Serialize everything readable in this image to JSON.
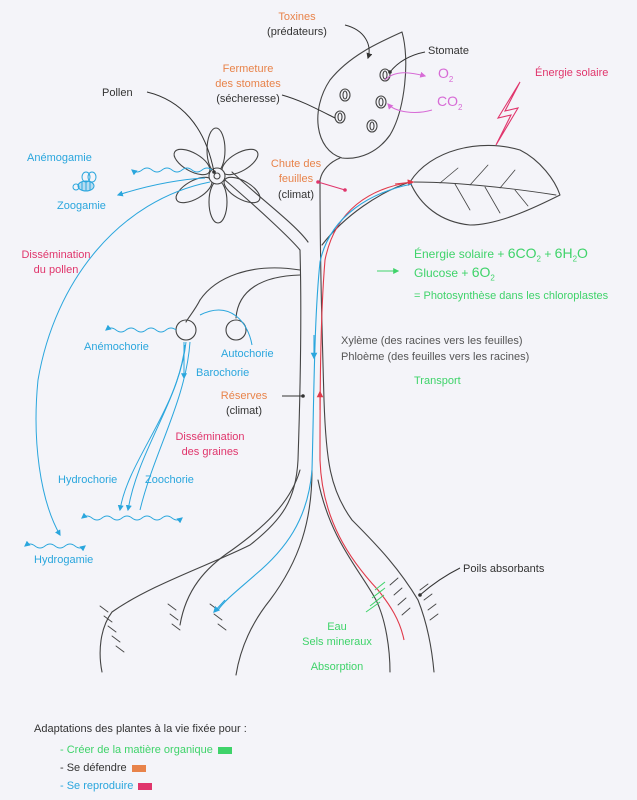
{
  "labels": {
    "toxines": "Toxines",
    "predateurs": "(prédateurs)",
    "stomate": "Stomate",
    "fermeture1": "Fermeture",
    "fermeture2": "des stomates",
    "secheresse": "(sécheresse)",
    "o2": "O",
    "co2": "CO",
    "energie_solaire": "Énergie solaire",
    "pollen": "Pollen",
    "anemogamie": "Anémogamie",
    "zoogamie": "Zoogamie",
    "chute1": "Chute des",
    "chute2": "feuilles",
    "climat1": "(climat)",
    "dissemination_pollen1": "Dissémination",
    "dissemination_pollen2": "du pollen",
    "formula_line1_a": "Énergie solaire + ",
    "formula_line1_b": "6CO",
    "formula_line1_c": " + ",
    "formula_line1_d": "6H",
    "formula_line1_e": "O",
    "formula_line2_a": "Glucose + ",
    "formula_line2_b": "6O",
    "photosynthese": "= Photosynthèse dans les chloroplastes",
    "anemochorie": "Anémochorie",
    "autochorie": "Autochorie",
    "barochorie": "Barochorie",
    "xyleme": "Xylème (des racines vers les feuilles)",
    "phloeme": "Phloème (des feuilles vers les racines)",
    "transport": "Transport",
    "reserves": "Réserves",
    "climat2": "(climat)",
    "dissemination_graines1": "Dissémination",
    "dissemination_graines2": "des graines",
    "hydrochorie": "Hydrochorie",
    "zoochorie": "Zoochorie",
    "hydrogamie": "Hydrogamie",
    "poils": "Poils absorbants",
    "eau": "Eau",
    "sels": "Sels mineraux",
    "absorption": "Absorption",
    "sub2": "2"
  },
  "legend": {
    "title": "Adaptations des plantes à la vie fixée pour :",
    "items": [
      {
        "text": "- Créer de la matière organique",
        "color": "#3fd36a"
      },
      {
        "text": "- Se défendre",
        "color": "#e8834a"
      },
      {
        "text": "- Se reproduire",
        "color": "#e0356c"
      }
    ]
  },
  "colors": {
    "orange": "#e8834a",
    "pink": "#e0356c",
    "blue": "#2aa6dd",
    "green": "#3fd36a",
    "violet": "#d76bd6",
    "red": "#e03a4a",
    "outline": "#444444"
  }
}
